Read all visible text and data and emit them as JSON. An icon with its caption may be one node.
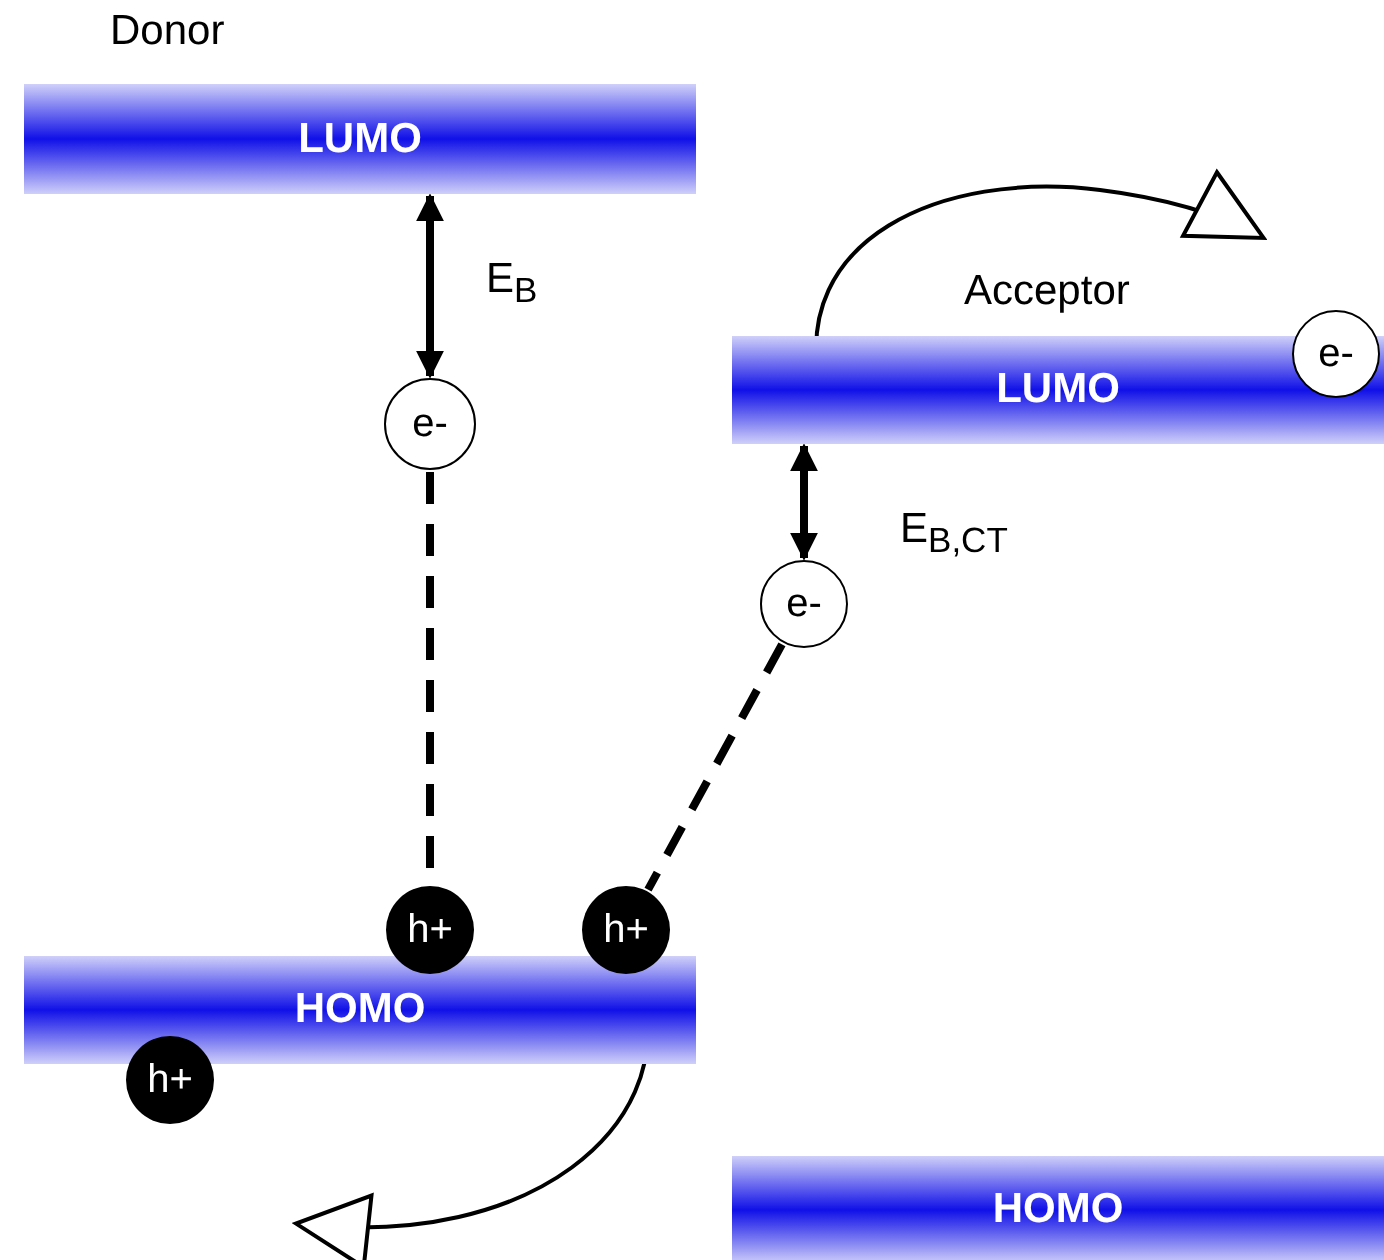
{
  "diagram": {
    "nodes": [
      {
        "text": [
          "LUMO"
        ]
      },
      {
        "text": [
          "e-"
        ]
      },
      {
        "text": [
          "h+"
        ]
      },
      {
        "text": [
          "h+"
        ]
      },
      {
        "text": [
          "HOMO"
        ]
      },
      {
        "text": [
          "h+"
        ]
      },
      {
        "text": [
          "LUMO"
        ],
        "beside": [
          "Acceptor"
        ]
      },
      {
        "text": [
          "e-"
        ]
      },
      {
        "text": [
          "e-"
        ]
      },
      {
        "text": [
          "HOMO"
        ]
      }
    ],
    "edges": [
      {
        "from": 0,
        "to": 1,
        "arrow": "both",
        "label": "E$_{B}$"
      },
      {
        "from": 1,
        "to": 2,
        "arrow": "none",
        "style": "dashed"
      },
      {
        "from": 6,
        "to": 8,
        "arrow": "both",
        "label": "E$_{B,CT}$"
      },
      {
        "from": 8,
        "to": 3,
        "arrow": "none",
        "style": "dashed"
      },
      {
        "from": 6,
        "to": null,
        "arrow": "to"
      },
      {
        "from": 4,
        "to": null,
        "arrow": "to"
      }
    ],
    "labels": [
      "Donor"
    ]
  }
}
